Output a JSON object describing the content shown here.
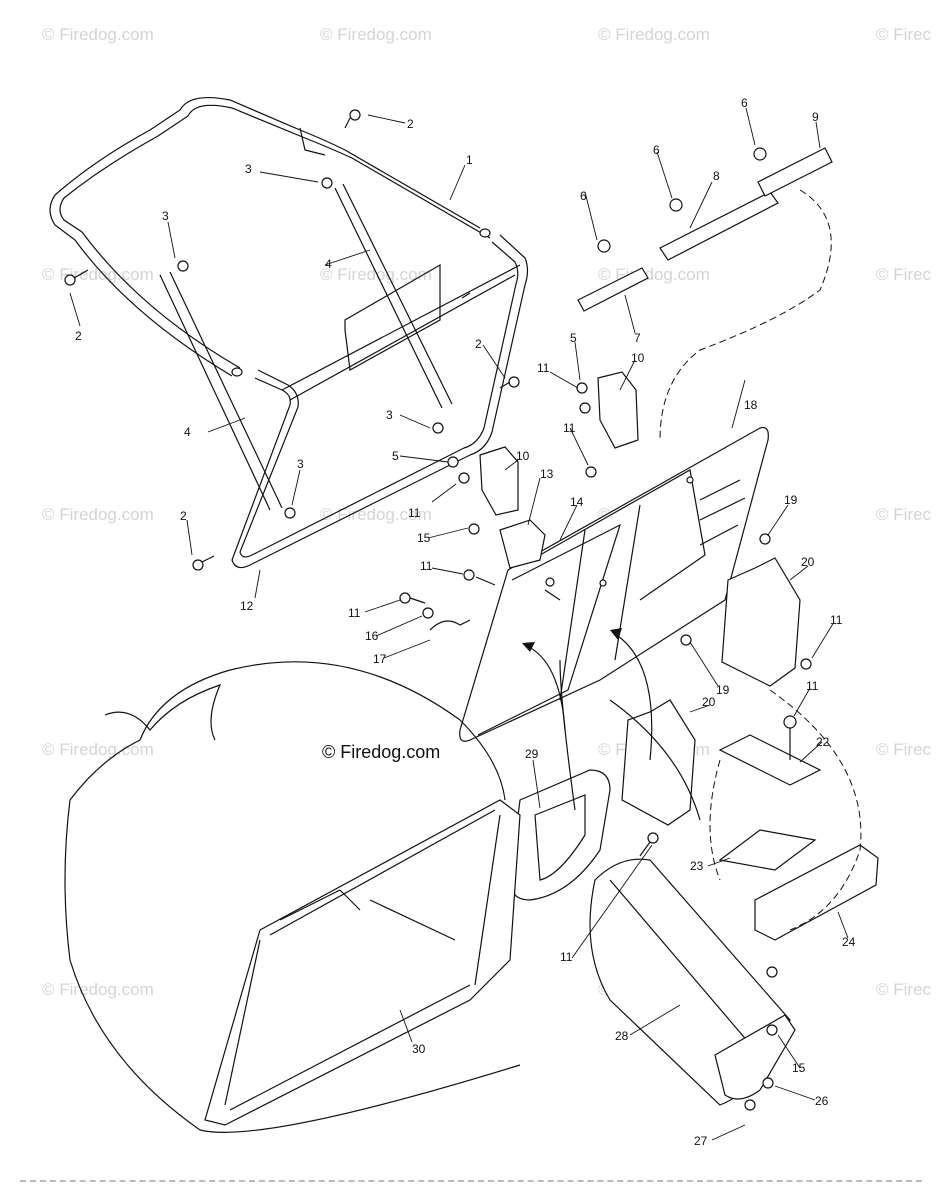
{
  "watermark": {
    "text": "© Firedog.com",
    "short_text": "© Firec",
    "center_text": "© Firedog.com"
  },
  "callouts": [
    {
      "id": "c1",
      "label": "1"
    },
    {
      "id": "c2a",
      "label": "2"
    },
    {
      "id": "c2b",
      "label": "2"
    },
    {
      "id": "c2c",
      "label": "2"
    },
    {
      "id": "c2d",
      "label": "2"
    },
    {
      "id": "c3a",
      "label": "3"
    },
    {
      "id": "c3b",
      "label": "3"
    },
    {
      "id": "c3c",
      "label": "3"
    },
    {
      "id": "c3d",
      "label": "3"
    },
    {
      "id": "c4a",
      "label": "4"
    },
    {
      "id": "c4b",
      "label": "4"
    },
    {
      "id": "c5a",
      "label": "5"
    },
    {
      "id": "c5b",
      "label": "5"
    },
    {
      "id": "c6a",
      "label": "6"
    },
    {
      "id": "c6b",
      "label": "6"
    },
    {
      "id": "c6c",
      "label": "6"
    },
    {
      "id": "c7",
      "label": "7"
    },
    {
      "id": "c8",
      "label": "8"
    },
    {
      "id": "c9",
      "label": "9"
    },
    {
      "id": "c10a",
      "label": "10"
    },
    {
      "id": "c10b",
      "label": "10"
    },
    {
      "id": "c11a",
      "label": "11"
    },
    {
      "id": "c11b",
      "label": "11"
    },
    {
      "id": "c11c",
      "label": "11"
    },
    {
      "id": "c11d",
      "label": "11"
    },
    {
      "id": "c11e",
      "label": "11"
    },
    {
      "id": "c11f",
      "label": "11"
    },
    {
      "id": "c11g",
      "label": "11"
    },
    {
      "id": "c11h",
      "label": "11"
    },
    {
      "id": "c12",
      "label": "12"
    },
    {
      "id": "c13",
      "label": "13"
    },
    {
      "id": "c14",
      "label": "14"
    },
    {
      "id": "c15a",
      "label": "15"
    },
    {
      "id": "c15b",
      "label": "15"
    },
    {
      "id": "c16",
      "label": "16"
    },
    {
      "id": "c17",
      "label": "17"
    },
    {
      "id": "c18",
      "label": "18"
    },
    {
      "id": "c19a",
      "label": "19"
    },
    {
      "id": "c19b",
      "label": "19"
    },
    {
      "id": "c20a",
      "label": "20"
    },
    {
      "id": "c20b",
      "label": "20"
    },
    {
      "id": "c22",
      "label": "22"
    },
    {
      "id": "c23",
      "label": "23"
    },
    {
      "id": "c24",
      "label": "24"
    },
    {
      "id": "c26",
      "label": "26"
    },
    {
      "id": "c27",
      "label": "27"
    },
    {
      "id": "c28",
      "label": "28"
    },
    {
      "id": "c29",
      "label": "29"
    },
    {
      "id": "c30",
      "label": "30"
    }
  ]
}
